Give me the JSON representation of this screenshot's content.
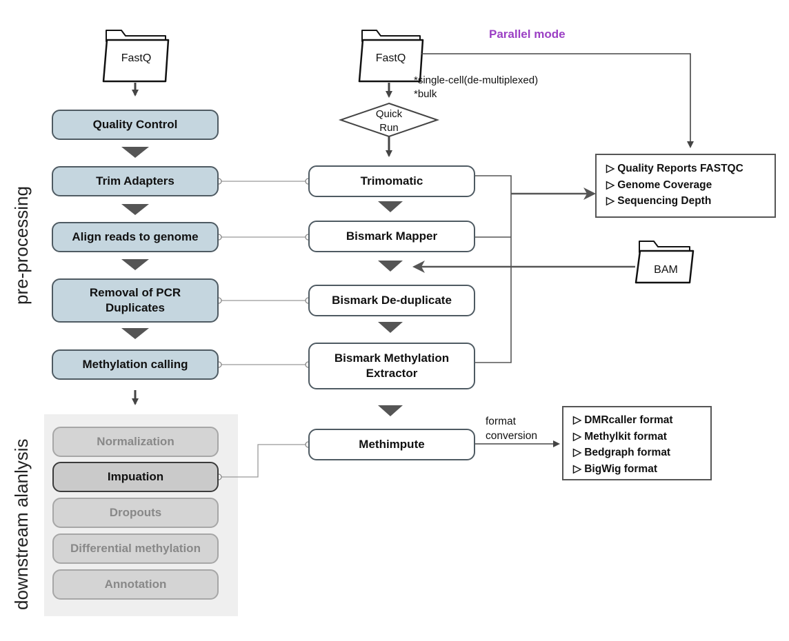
{
  "side_labels": {
    "preprocessing": "pre-processing",
    "downstream": "downstream alanlysis"
  },
  "parallel_mode": "Parallel mode",
  "inputs": {
    "left_fastq": "FastQ",
    "middle_fastq": "FastQ",
    "bam": "BAM",
    "input_notes": [
      "*single-cell(de-multiplexed)",
      "*bulk"
    ]
  },
  "decision": {
    "line1": "Quick",
    "line2": "Run"
  },
  "left_steps": {
    "quality_control": "Quality Control",
    "trim_adapters": "Trim Adapters",
    "align_reads": "Align reads to genome",
    "pcr_removal_line1": "Removal of PCR",
    "pcr_removal_line2": "Duplicates",
    "methylation_calling": "Methylation calling"
  },
  "downstream_steps": {
    "normalization": "Normalization",
    "imputation": "Impuation",
    "dropouts": "Dropouts",
    "differential": "Differential methylation",
    "annotation": "Annotation"
  },
  "tools": {
    "trimomatic": "Trimomatic",
    "bismark_mapper": "Bismark Mapper",
    "bismark_dedup": "Bismark De-duplicate",
    "bismark_extractor_line1": "Bismark Methylation",
    "bismark_extractor_line2": "Extractor",
    "methimpute": "Methimpute"
  },
  "reports": [
    "▷ Quality Reports FASTQC",
    "▷ Genome Coverage",
    "▷ Sequencing Depth"
  ],
  "format_label": {
    "line1": "format",
    "line2": "conversion"
  },
  "formats": [
    "▷ DMRcaller format",
    "▷ Methylkit format",
    "▷ Bedgraph format",
    "▷ BigWig format"
  ],
  "colors": {
    "step_fill": "#c5d6df",
    "accent_purple": "#9b3fc4",
    "arrow": "#555555",
    "panel": "#efefef"
  }
}
